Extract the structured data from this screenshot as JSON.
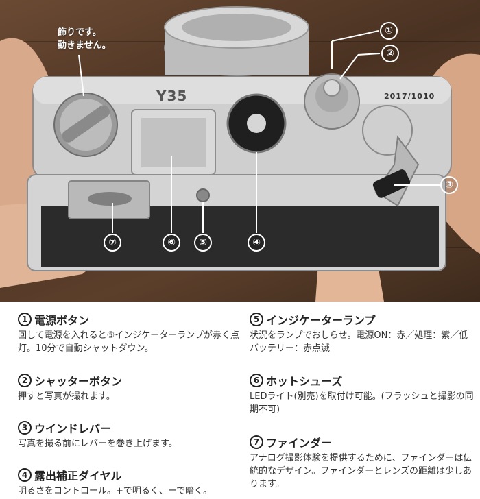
{
  "photo": {
    "deco_note_line1": "飾りです。",
    "deco_note_line2": "動きません。",
    "brand_text": "Y35",
    "date_text": "2017/1010",
    "callouts": [
      "①",
      "②",
      "③",
      "④",
      "⑤",
      "⑥",
      "⑦"
    ]
  },
  "items": [
    {
      "num": "1",
      "title": "電源ボタン",
      "body": "回して電源を入れると⑤インジケーターランプが赤く点灯。10分で自動シャットダウン。"
    },
    {
      "num": "2",
      "title": "シャッターボタン",
      "body": "押すと写真が撮れます。"
    },
    {
      "num": "3",
      "title": "ウインドレバー",
      "body": "写真を撮る前にレバーを巻き上げます。"
    },
    {
      "num": "4",
      "title": "露出補正ダイヤル",
      "body": "明るさをコントロール。+で明るく、ーで暗く。"
    },
    {
      "num": "5",
      "title": "インジケーターランプ",
      "body": "状況をランプでおしらせ。電源ON：赤／処理：紫／低バッテリー：赤点滅"
    },
    {
      "num": "6",
      "title": "ホットシューズ",
      "body": "LEDライト(別売)を取付け可能。(フラッシュと撮影の同期不可)"
    },
    {
      "num": "7",
      "title": "ファインダー",
      "body": "アナログ撮影体験を提供するために、ファインダーは伝統的なデザイン。ファインダーとレンズの距離は少しあります。"
    }
  ]
}
